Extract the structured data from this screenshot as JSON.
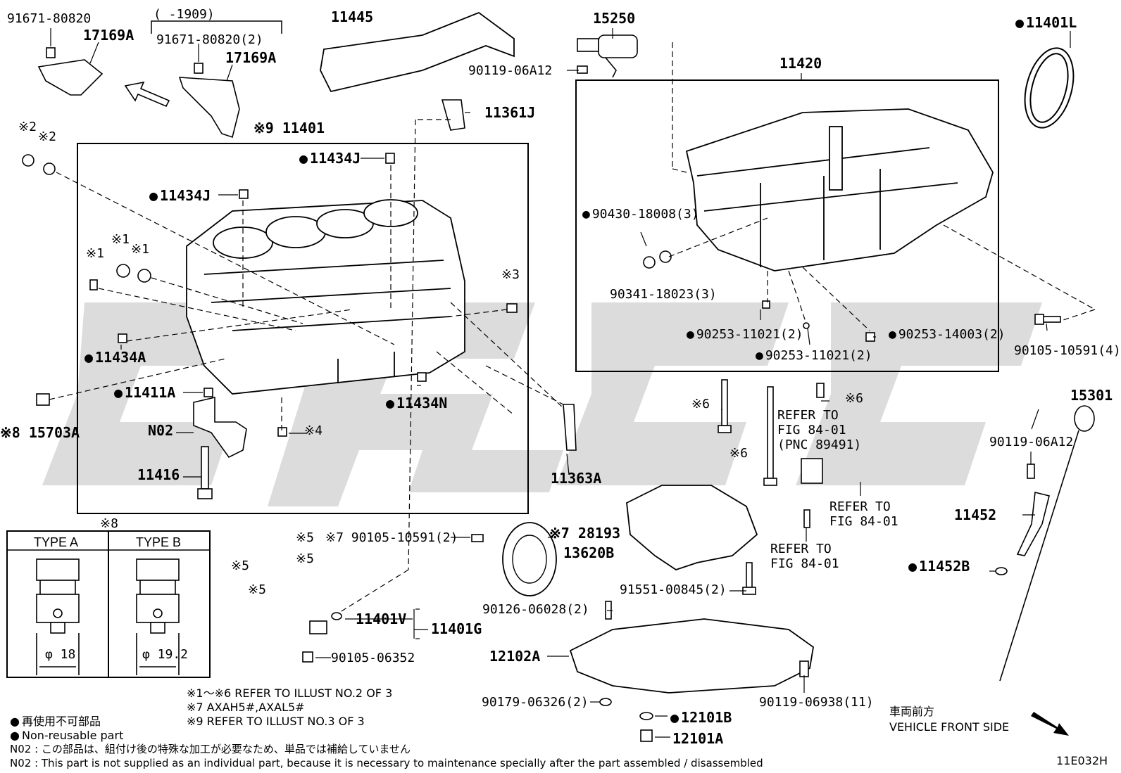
{
  "labels": {
    "p91671_a": "91671-80820",
    "p17169A_a": "17169A",
    "range": "(     -1909)",
    "p91671_b": "91671-80820(2)",
    "p17169A_b": "17169A",
    "p11445": "11445",
    "p15250": "15250",
    "p90119_a": "90119-06A12",
    "p11401L": "11401L",
    "p11420": "11420",
    "p11361J": "11361J",
    "p11401": "※9 11401",
    "mark2a": "※2",
    "mark2b": "※2",
    "p11434J_1": "11434J",
    "p11434J_2": "11434J",
    "p90430": "90430-18008(3)",
    "p90341": "90341-18023(3)",
    "mark1a": "※1",
    "mark1b": "※1",
    "mark1c": "※1",
    "mark3": "※3",
    "p90253_a": "90253-11021(2)",
    "p90253_b": "90253-14003(2)",
    "p90253_c": "90253-11021(2)",
    "p90105_a": "90105-10591(4)",
    "p11434A": "11434A",
    "p11411A": "11411A",
    "p11434N": "11434N",
    "mark6a": "※6",
    "mark6b": "※6",
    "mark6c": "※6",
    "refer1": "REFER TO",
    "refer1b": "FIG 84-01",
    "refer1c": "(PNC 89491)",
    "p15301": "15301",
    "p15703A": "※8 15703A",
    "pN02": "N02",
    "mark4": "※4",
    "p11363A": "11363A",
    "p90119_b": "90119-06A12",
    "refer2": "REFER TO",
    "refer2b": "FIG 84-01",
    "p11416": "11416",
    "p11452": "11452",
    "refer3": "REFER TO",
    "refer3b": "FIG 84-01",
    "mark8": "※8",
    "typeA": "TYPE A",
    "typeB": "TYPE B",
    "mark5a": "※5",
    "mark5b": "※5",
    "mark5c": "※5",
    "mark5d": "※5",
    "p90105_b": "※7 90105-10591(2)",
    "p28193": "※7 28193",
    "p13620B": "13620B",
    "p11452B": "11452B",
    "p91551": "91551-00845(2)",
    "phi18": "φ 18",
    "phi19": "φ 19.2",
    "p90126": "90126-06028(2)",
    "p11401V": "11401V",
    "p11401G": "11401G",
    "p90105_c": "90105-06352",
    "p12102A": "12102A",
    "p90179": "90179-06326(2)",
    "p90119_c": "90119-06938(11)",
    "p12101B": "12101B",
    "p12101A": "12101A"
  },
  "notes": {
    "refer_illust2": "※1～※6  REFER TO ILLUST NO.2 OF 3",
    "axah": "※7 AXAH5#,AXAL5#",
    "refer_illust3": "※9 REFER TO ILLUST NO.3 OF 3",
    "nonreuse_jp": "再使用不可部品",
    "nonreuse_en": "Non-reusable part",
    "n02_jp": "N02 : この部品は、組付け後の特殊な加工が必要なため、単品では補給していません",
    "n02_en": "N02 : This part is not supplied as an individual part, because it is necessary to maintenance specially after the part assembled / disassembled",
    "front_jp": "車両前方",
    "front_en": "VEHICLE FRONT SIDE",
    "code": "11E032H"
  }
}
